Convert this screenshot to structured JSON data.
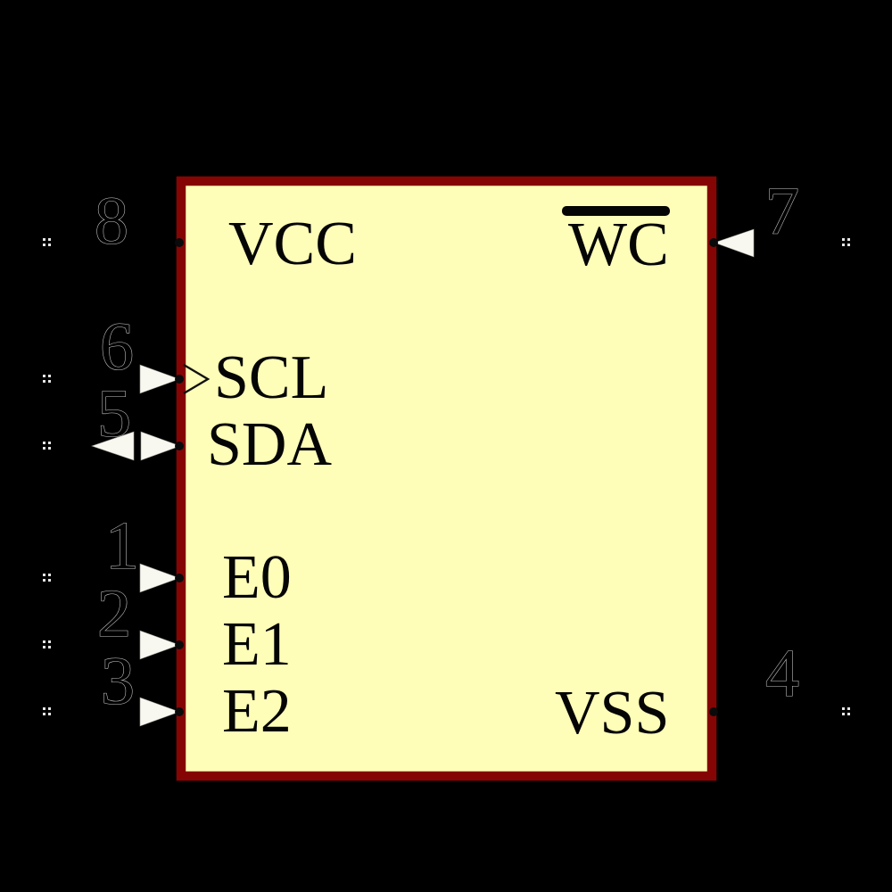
{
  "diagram": {
    "kind": "ic-schematic-symbol",
    "colors": {
      "background": "#000000",
      "body_fill": "#FEFEB8",
      "body_outline": "#850505",
      "label_text": "#050505",
      "pin_number_outline": "#C8C8C8",
      "arrow_fill": "#F9F8F0"
    }
  },
  "pins": {
    "left": [
      {
        "number": "8",
        "label": "VCC",
        "icon": "none",
        "overline": false
      },
      {
        "number": "6",
        "label": "SCL",
        "icon": "input-arrow-icon+clock-chevron-icon",
        "overline": false
      },
      {
        "number": "5",
        "label": "SDA",
        "icon": "bidirectional-arrow-icon",
        "overline": false
      },
      {
        "number": "1",
        "label": "E0",
        "icon": "input-arrow-icon",
        "overline": false
      },
      {
        "number": "2",
        "label": "E1",
        "icon": "input-arrow-icon",
        "overline": false
      },
      {
        "number": "3",
        "label": "E2",
        "icon": "input-arrow-icon",
        "overline": false
      }
    ],
    "right": [
      {
        "number": "7",
        "label": "WC",
        "icon": "input-arrow-icon",
        "overline": true
      },
      {
        "number": "4",
        "label": "VSS",
        "icon": "none",
        "overline": false
      }
    ]
  }
}
